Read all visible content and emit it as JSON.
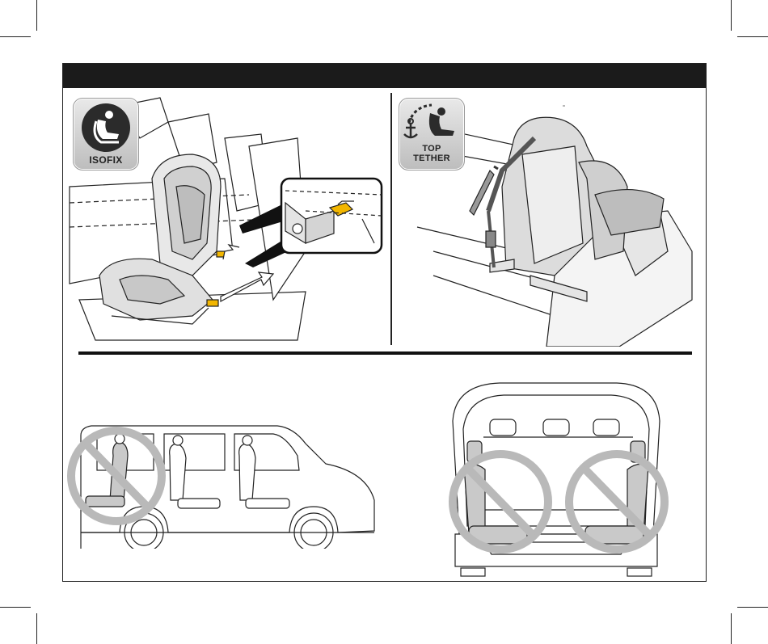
{
  "badges": {
    "isofix": {
      "label": "ISOFIX",
      "icon": "child-seat-icon"
    },
    "top_tether": {
      "line1": "TOP",
      "line2": "TETHER",
      "icon": "anchor-child-seat-icon"
    }
  },
  "colors": {
    "header": "#1b1b1b",
    "highlight": "#f2b600",
    "prohibited": "#b9b9b9",
    "line": "#222222"
  }
}
